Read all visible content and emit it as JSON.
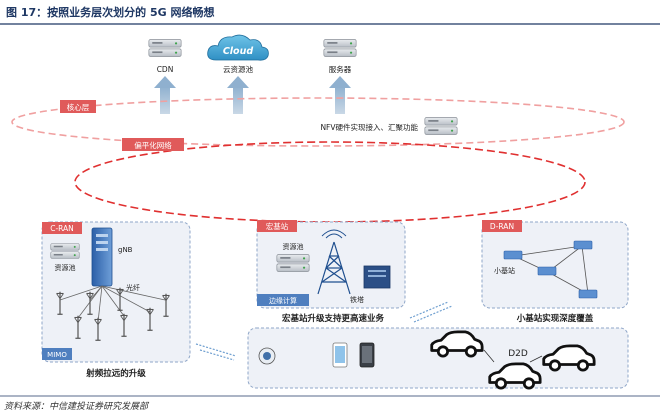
{
  "figure": {
    "title": "图 17：按照业务层次划分的 5G 网络畅想",
    "source": "资料来源：中信建投证券研究发展部"
  },
  "top_nodes": {
    "cdn_label": "CDN",
    "cloud_text": "Cloud",
    "cloud_label": "云资源池",
    "server_label": "服务器",
    "nfv_label": "NFV硬件实现接入、汇聚功能"
  },
  "layers": {
    "core": "核心层",
    "half_mesh": "偏平化网络"
  },
  "cran": {
    "tag": "C-RAN",
    "resource_pool": "资源池",
    "gnb": "gNB",
    "fiber": "光纤",
    "mimo": "MIMO",
    "caption": "射频拉远的升级"
  },
  "macro": {
    "tag": "宏基站",
    "resource_pool": "资源池",
    "tower": "铁塔",
    "edge_compute": "边缘计算",
    "caption": "宏基站升级支持更高速业务"
  },
  "dran": {
    "tag": "D-RAN",
    "small_cell": "小基站",
    "caption": "小基站实现深度覆盖"
  },
  "devices": {
    "d2d": "D2D"
  },
  "colors": {
    "title": "#1f3864",
    "tag_red": "#e05a5a",
    "panel_fill": "#eef1f7",
    "panel_border": "#8fa6c8",
    "dashed_red": "#e03030",
    "dashed_pink": "#f0a0a0",
    "arrow": "#9fb6cc",
    "blue_box": "#4f7fbf",
    "server": "#c8ccd2"
  },
  "icons": [
    "server-icon",
    "cloud-icon",
    "tower-icon",
    "antenna-icon",
    "bbu-icon",
    "car-icon",
    "phone-icon",
    "camera-icon",
    "radio-wave-icon"
  ]
}
